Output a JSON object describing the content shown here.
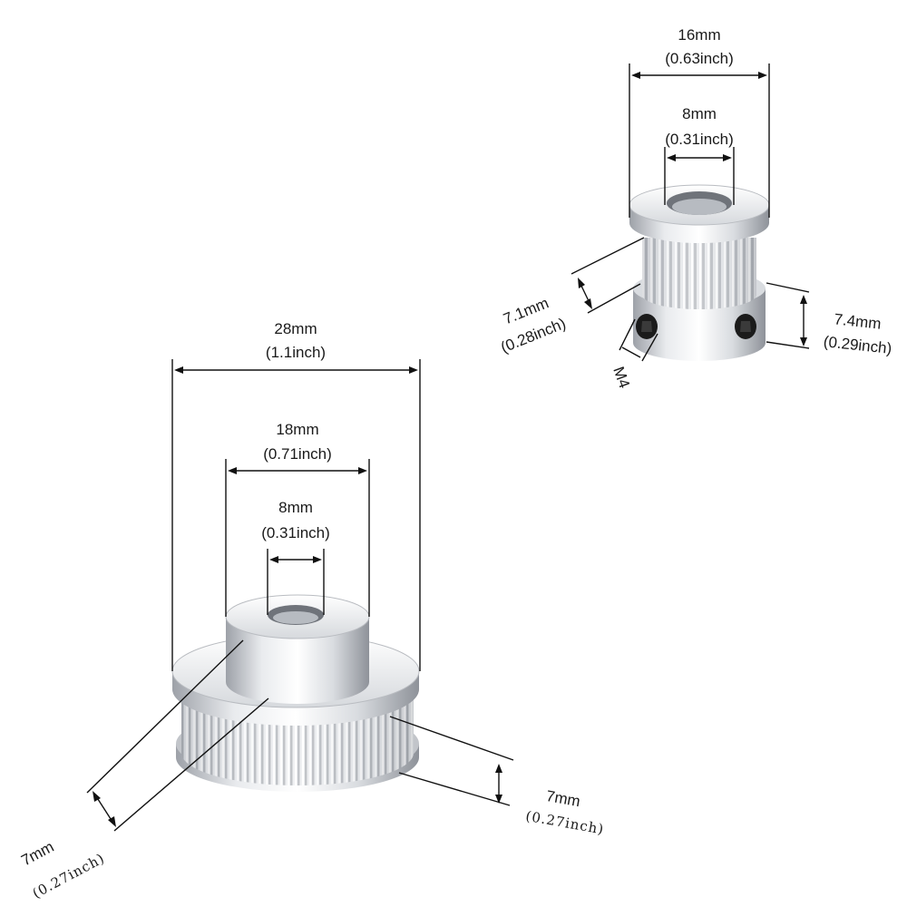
{
  "small_pulley": {
    "outer_diameter": {
      "mm": "16mm",
      "inch": "(0.63inch)"
    },
    "bore": {
      "mm": "8mm",
      "inch": "(0.31inch)"
    },
    "tooth_width": {
      "mm": "7.1mm",
      "inch": "(0.28inch)"
    },
    "hub_height": {
      "mm": "7.4mm",
      "inch": "(0.29inch)"
    },
    "screw": "M4"
  },
  "large_pulley": {
    "flange_diameter": {
      "mm": "28mm",
      "inch": "(1.1inch)"
    },
    "hub_diameter": {
      "mm": "18mm",
      "inch": "(0.71inch)"
    },
    "bore": {
      "mm": "8mm",
      "inch": "(0.31inch)"
    },
    "tooth_width": {
      "mm": "7mm",
      "inch": "(0.27inch)"
    },
    "hub_height": {
      "mm": "7mm",
      "inch": "(0.27inch)"
    }
  },
  "colors": {
    "aluminum_light": "#f2f3f5",
    "aluminum_mid": "#c9ccd1",
    "aluminum_dark": "#8e9299",
    "screw_black": "#1b1b1b"
  }
}
